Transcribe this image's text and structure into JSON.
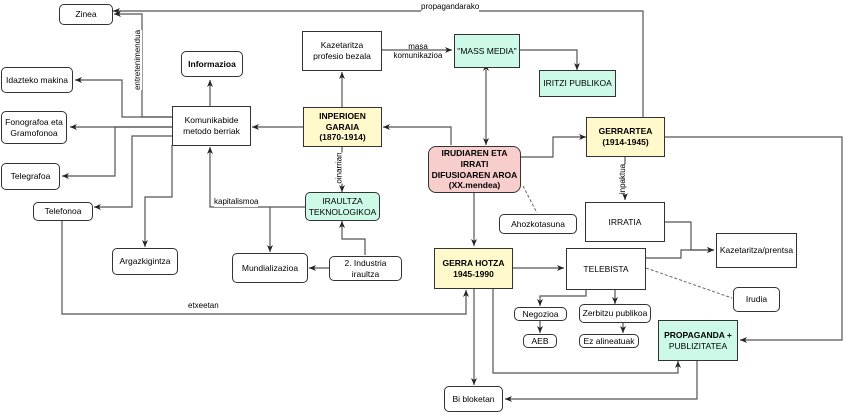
{
  "nodes": {
    "zinea": "Zinea",
    "informazioa": "Informazioa",
    "idazteko_makina": "Idazteko makina",
    "fonografoa": "Fonografoa eta Gramofonoa",
    "telegrafoa": "Telegrafoa",
    "telefonoa": "Telefonoa",
    "argazkigintza": "Argazkigintza",
    "komunikabide": "Komunikabide metodo berriak",
    "mundializazioa": "Mundializazioa",
    "industria": "2. Industria iraultza",
    "kazetaritza_profesio": "Kazetaritza profesio bezala",
    "mass_media": "\"MASS MEDIA\"",
    "iritzi_publikoa": "IRITZI PUBLIKOA",
    "inperioen_title": "INPERIOEN GARAIA",
    "inperioen_dates": "(1870-1914)",
    "iraultza": "IRAULTZA TEKNOLOGIKOA",
    "irudiaren_title": "IRUDIAREN ETA IRRATI DIFUSIOAREN AROA",
    "irudiaren_sub": "(XX.mendea)",
    "ahozkotasuna": "Ahozkotasuna",
    "gerrartea_title": "GERRARTEA",
    "gerrartea_dates": "(1914-1945)",
    "irratia": "IRRATIA",
    "kazetaritza_prentsa": "Kazetaritza/prentsa",
    "gerra_hotza_title": "GERRA HOTZA",
    "gerra_hotza_dates": "1945-1990",
    "telebista": "TELEBISTA",
    "irudia": "Irudia",
    "negozioa": "Negozioa",
    "aeb": "AEB",
    "zerbitzu": "Zerbitzu publikoa",
    "ez_alineatuak": "Ez alineatuak",
    "propaganda_title": "PROPAGANDA +",
    "propaganda_sub": "PUBLIZITATEA",
    "bi_bloketan": "Bi bloketan"
  },
  "edge_labels": {
    "propagandarako": "propagandarako",
    "entretenimendua": "entretenimendua",
    "masa_komunikazioa": "masa komunikazioa",
    "oinarrian": "oinarrian",
    "kapitalismoa": "kapitalismoa",
    "inpaktua": "inpaktua",
    "etxeetan": "etxeetan"
  },
  "colors": {
    "yellow": "#fff9cc",
    "green": "#ccfae6",
    "red": "#f8cecc",
    "stroke": "#333333"
  }
}
